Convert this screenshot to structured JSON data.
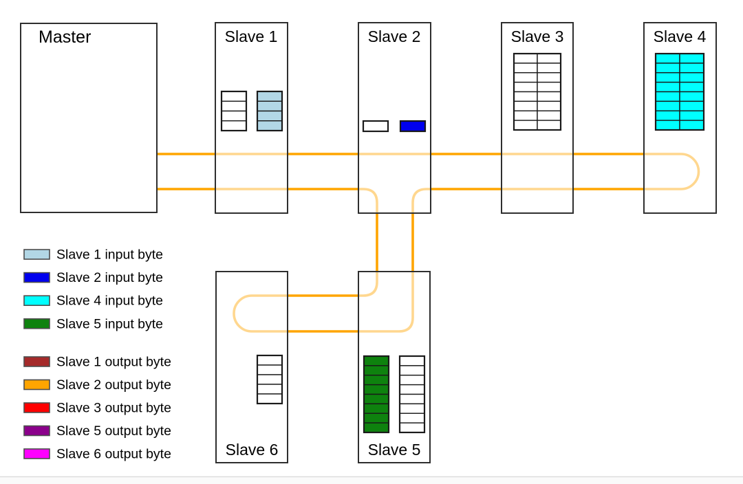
{
  "master": {
    "label": "Master"
  },
  "slaves": [
    {
      "id": "slave1",
      "label": "Slave 1"
    },
    {
      "id": "slave2",
      "label": "Slave 2"
    },
    {
      "id": "slave3",
      "label": "Slave 3"
    },
    {
      "id": "slave4",
      "label": "Slave 4"
    },
    {
      "id": "slave5",
      "label": "Slave 5"
    },
    {
      "id": "slave6",
      "label": "Slave 6"
    }
  ],
  "colors": {
    "bus_cable": "#FFA500",
    "box_border": "#2E2E2E",
    "table_border": "#1A1A1A",
    "empty_byte": "#FFFFFF",
    "slave1_input": "#B2D7E6",
    "slave2_input": "#0000EE",
    "slave4_input": "#00FFFF",
    "slave5_input": "#0E820E",
    "slave1_output": "#A52A2A",
    "slave2_output": "#FFA500",
    "slave3_output": "#FF0000",
    "slave5_output": "#8B008B",
    "slave6_output": "#FF00FF"
  },
  "byte_tables": {
    "slave1_empty": {
      "rows": 4,
      "cols": 1,
      "fill": "#FFFFFF"
    },
    "slave1_input": {
      "rows": 4,
      "cols": 1,
      "fill": "#B2D7E6"
    },
    "slave2_empty": {
      "rows": 1,
      "cols": 1,
      "fill": "#FFFFFF"
    },
    "slave2_input": {
      "rows": 1,
      "cols": 1,
      "fill": "#0000EE"
    },
    "slave3_empty": {
      "rows": 8,
      "cols": 2,
      "fill": "#FFFFFF"
    },
    "slave4_input": {
      "rows": 8,
      "cols": 2,
      "fill": "#00FFFF"
    },
    "slave5_input": {
      "rows": 8,
      "cols": 1,
      "fill": "#0E820E"
    },
    "slave5_empty": {
      "rows": 8,
      "cols": 1,
      "fill": "#FFFFFF"
    },
    "slave6_empty": {
      "rows": 5,
      "cols": 1,
      "fill": "#FFFFFF"
    }
  },
  "legend": {
    "input_bytes": [
      {
        "label": "Slave 1 input byte",
        "color": "#B2D7E6"
      },
      {
        "label": "Slave 2 input byte",
        "color": "#0000EE"
      },
      {
        "label": "Slave 4 input byte",
        "color": "#00FFFF"
      },
      {
        "label": "Slave 5 input byte",
        "color": "#0E820E"
      }
    ],
    "output_bytes": [
      {
        "label": "Slave 1 output byte",
        "color": "#A52A2A"
      },
      {
        "label": "Slave 2 output byte",
        "color": "#FFA500"
      },
      {
        "label": "Slave 3 output byte",
        "color": "#FF0000"
      },
      {
        "label": "Slave 5 output byte",
        "color": "#8B008B"
      },
      {
        "label": "Slave 6 output byte",
        "color": "#FF00FF"
      }
    ]
  }
}
